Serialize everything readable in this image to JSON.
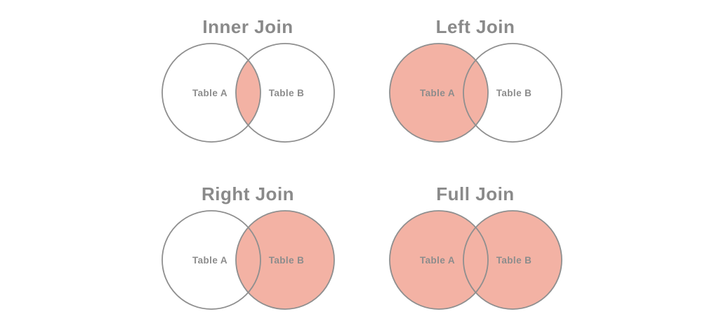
{
  "page": {
    "background": "#ffffff"
  },
  "colors": {
    "shade": "#f3b2a4",
    "circle_stroke": "#8f8f8f",
    "title_text": "#8a8a8a",
    "label_text": "#8c8c8c"
  },
  "diagrams": [
    {
      "title": "Inner Join",
      "join_type": "inner",
      "shaded_region": "intersection-only",
      "left_label": "Table A",
      "right_label": "Table B"
    },
    {
      "title": "Left Join",
      "join_type": "left",
      "shaded_region": "entire-left-circle",
      "left_label": "Table A",
      "right_label": "Table B"
    },
    {
      "title": "Right Join",
      "join_type": "right",
      "shaded_region": "entire-right-circle",
      "left_label": "Table A",
      "right_label": "Table B"
    },
    {
      "title": "Full Join",
      "join_type": "full",
      "shaded_region": "both-circles",
      "left_label": "Table A",
      "right_label": "Table B"
    }
  ]
}
